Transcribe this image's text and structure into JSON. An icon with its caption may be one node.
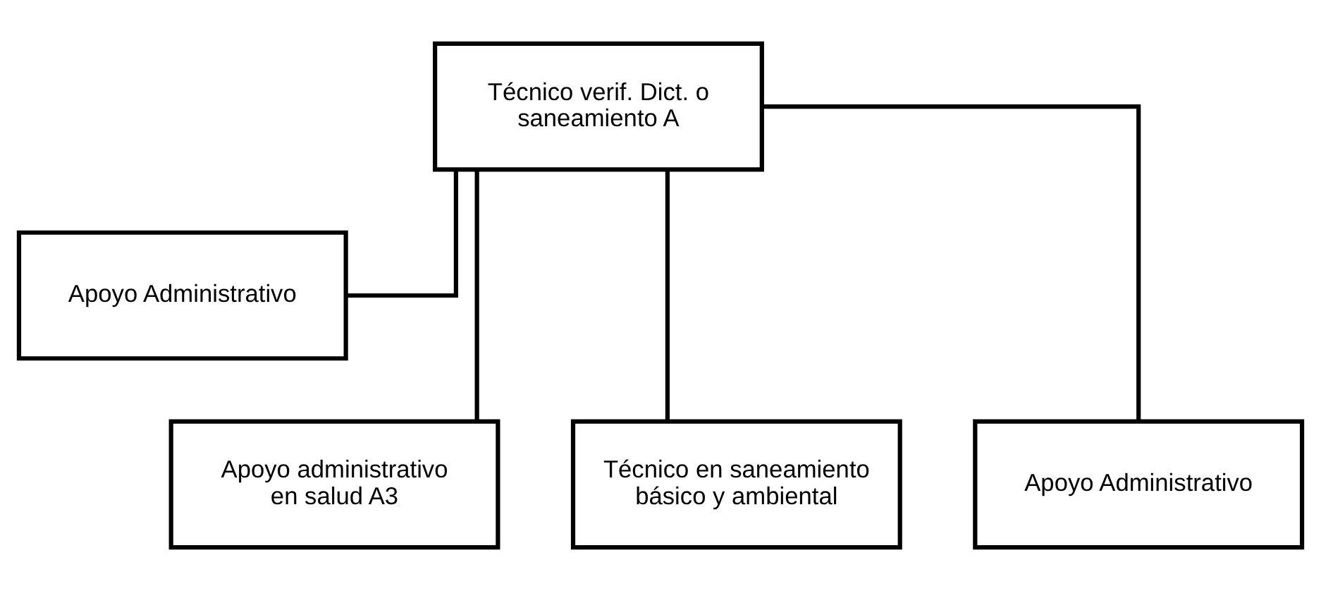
{
  "diagram": {
    "nodes": [
      {
        "text": [
          "Técnico verif. Dict. o saneamiento A"
        ]
      },
      {
        "text": [
          "Apoyo Administrativo"
        ]
      },
      {
        "text": [
          "Apoyo administrativo en salud A3"
        ]
      },
      {
        "text": [
          "Técnico en saneamiento básico y ambiental"
        ]
      },
      {
        "text": [
          "Apoyo Administrativo"
        ]
      }
    ],
    "edges": [
      {
        "from": 0,
        "to": 1,
        "arrow": "none"
      },
      {
        "from": 0,
        "to": 2,
        "arrow": "none"
      },
      {
        "from": 0,
        "to": 3,
        "arrow": "none"
      },
      {
        "from": 0,
        "to": 4,
        "arrow": "none"
      }
    ]
  }
}
